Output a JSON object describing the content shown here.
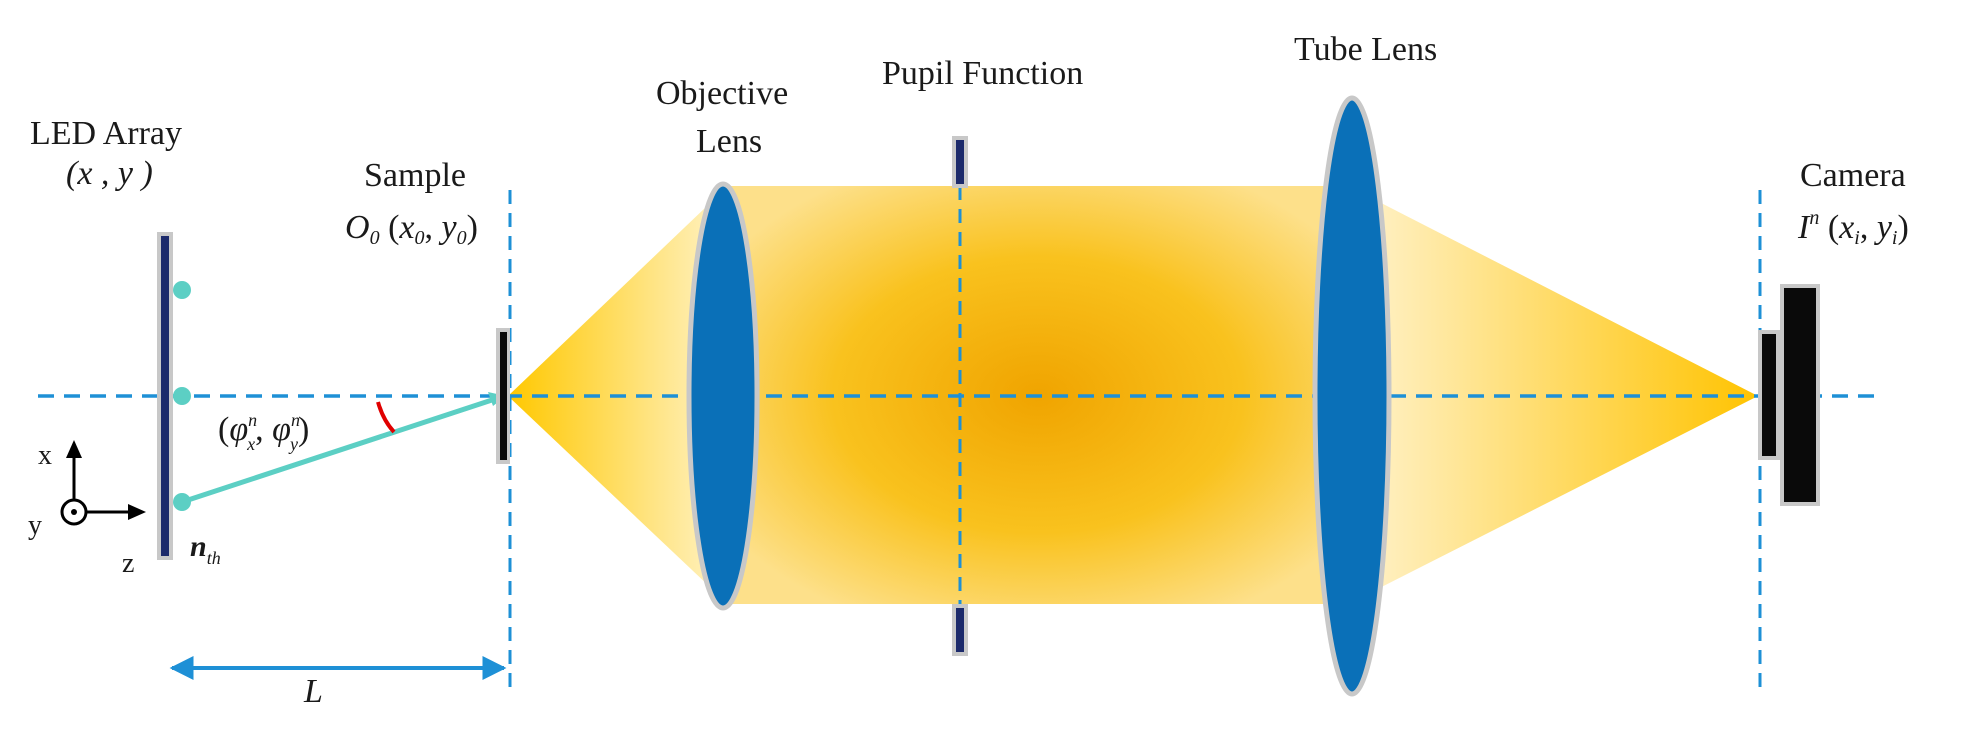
{
  "labels": {
    "led_array": "LED Array",
    "led_coords": "(x , y )",
    "sample": "Sample",
    "objective_line1": "Objective",
    "objective_line2": "Lens",
    "pupil_function": "Pupil Function",
    "tube_lens": "Tube Lens",
    "camera": "Camera",
    "angle": "(φ",
    "distance": "L",
    "nth": "n",
    "axis_x": "x",
    "axis_y": "y",
    "axis_z": "z"
  },
  "colors": {
    "axis_dash": "#1e90d6",
    "lens_fill": "#0a70b8",
    "lens_edge": "#c8c8c8",
    "beam_core": "#f2a800",
    "beam_light": "#ffd34d",
    "led_dot": "#5ccfc4",
    "ray": "#5ccfc4",
    "angle_arc": "#e00000",
    "plate": "#0a0a0a",
    "led_bar": "#1c2a6b"
  }
}
